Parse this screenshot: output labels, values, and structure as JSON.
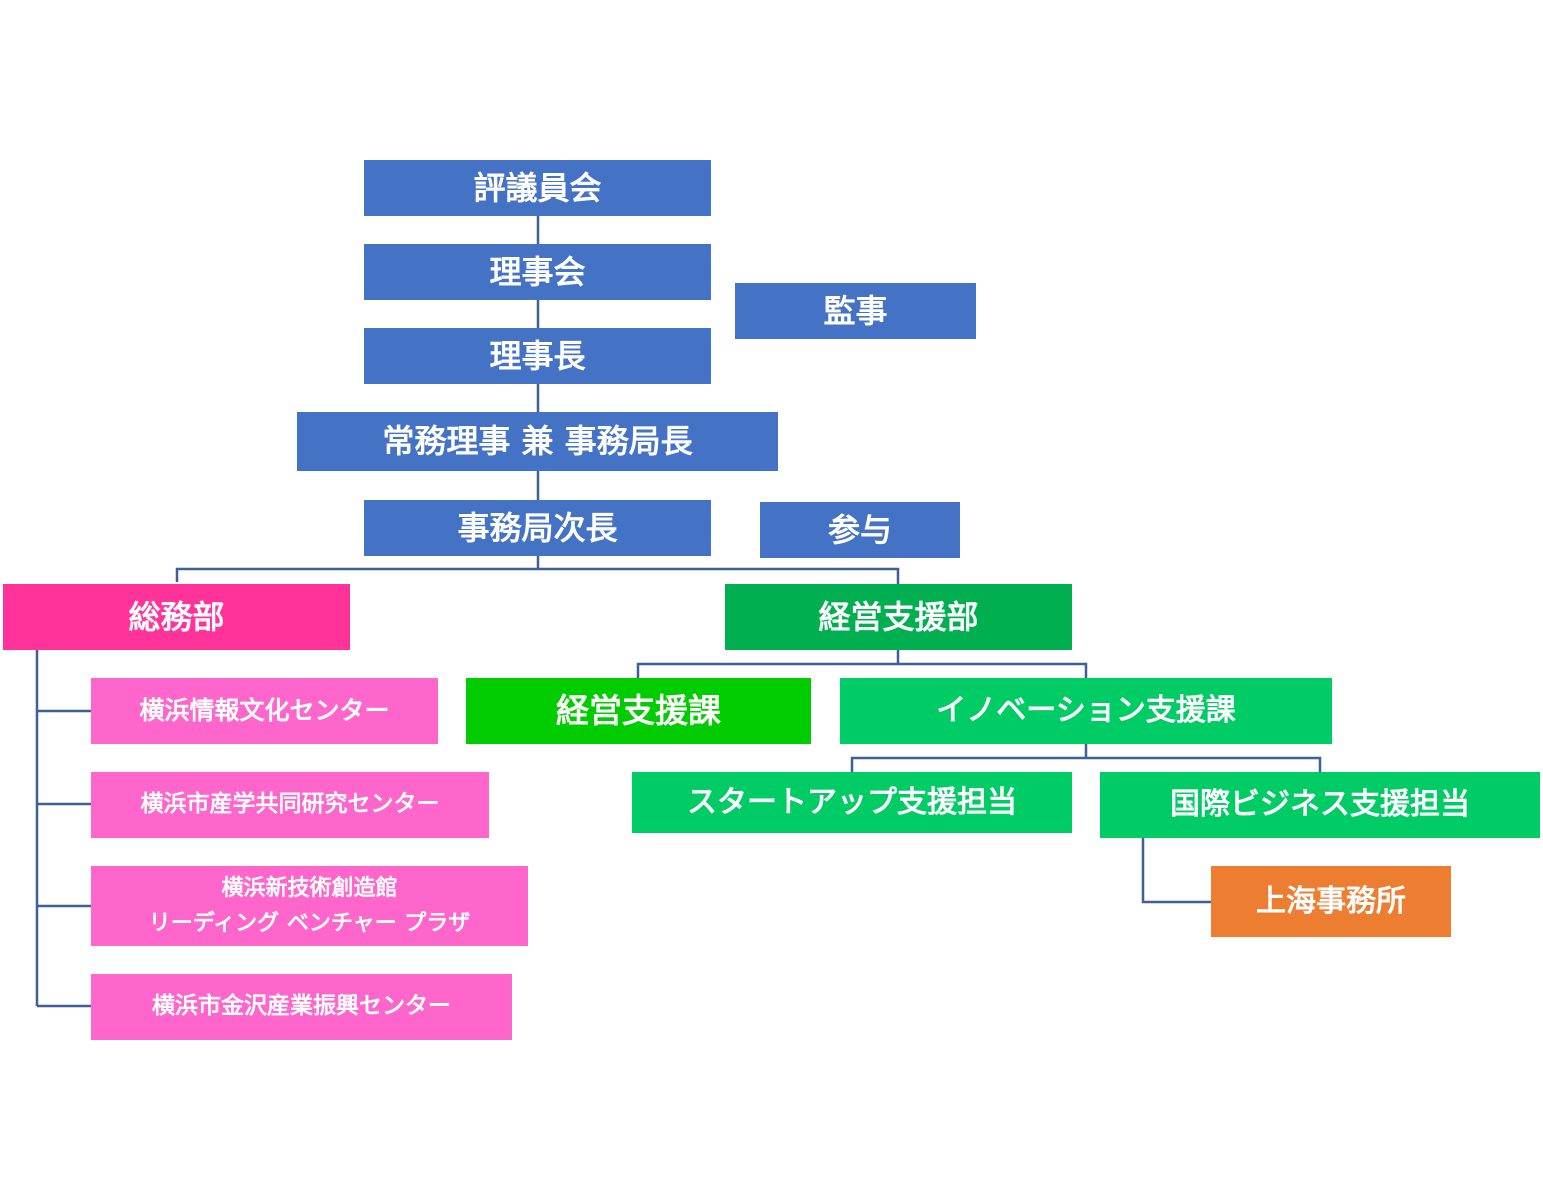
{
  "nodes": {
    "council": "評議員会",
    "board": "理事会",
    "auditor": "監事",
    "chairman": "理事長",
    "managing_director": "常務理事 兼 事務局長",
    "deputy_secretary": "事務局次長",
    "counselor": "参与",
    "general_affairs": "総務部",
    "business_support_dept": "経営支援部",
    "yokohama_info_culture_center": "横浜情報文化センター",
    "yokohama_joint_research_center": "横浜市産学共同研究センター",
    "yokohama_new_tech_line1": "横浜新技術創造館",
    "yokohama_new_tech_line2": "リーディング ベンチャー プラザ",
    "kanazawa_center": "横浜市金沢産業振興センター",
    "business_support_section": "経営支援課",
    "innovation_support_section": "イノベーション支援課",
    "startup_support": "スタートアップ支援担当",
    "international_business_support": "国際ビジネス支援担当",
    "shanghai_office": "上海事務所"
  },
  "colors": {
    "executive": "#4472c4",
    "general_affairs": "#ff3399",
    "general_affairs_units": "#ff66cc",
    "business_support_dept": "#00b050",
    "business_support_section": "#00cc00",
    "innovation_units": "#00cc66",
    "overseas_office": "#ed7d31",
    "connector": "#3f5f99"
  }
}
